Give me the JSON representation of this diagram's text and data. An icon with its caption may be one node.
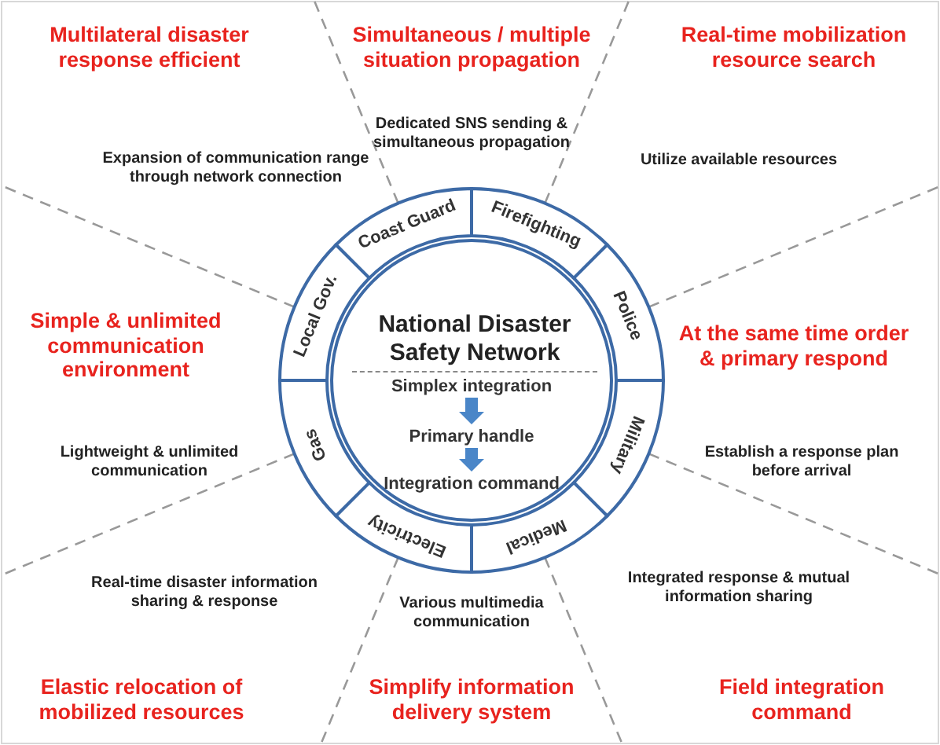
{
  "diagram": {
    "nodes": [
      {
        "text": [
          "National Disaster Safety Network"
        ]
      },
      {
        "text": [
          "Simplex integration"
        ],
        "in": 0
      },
      {
        "text": [
          "Primary handle"
        ],
        "in": 0
      },
      {
        "text": [
          "Integration command"
        ],
        "in": 0
      },
      {
        "text": [
          "Coast Guard"
        ]
      },
      {
        "text": [
          "Firefighting"
        ]
      },
      {
        "text": [
          "Police"
        ]
      },
      {
        "text": [
          "Military"
        ]
      },
      {
        "text": [
          "Medical"
        ]
      },
      {
        "text": [
          "Electricity"
        ]
      },
      {
        "text": [
          "Gas"
        ]
      },
      {
        "text": [
          "Local Gov."
        ]
      }
    ],
    "edges": [
      {
        "from": 1,
        "to": 2,
        "arrow": "to"
      },
      {
        "from": 2,
        "to": 3,
        "arrow": "to"
      }
    ],
    "labels": [
      "Multilateral disaster response efficient",
      "Simultaneous / multiple situation propagation",
      "Real-time mobilization resource search",
      "Dedicated SNS sending & simultaneous propagation",
      "Utilize available resources",
      "Expansion of communication range through network connection",
      "Simple & unlimited communication environment",
      "At the same time order & primary respond",
      "Lightweight & unlimited communication",
      "Establish a response plan before arrival",
      "Real-time disaster information sharing & response",
      "Various multimedia communication",
      "Integrated response & mutual information sharing",
      "Elastic relocation of mobilized resources",
      "Simplify information delivery system",
      "Field integration command"
    ]
  }
}
